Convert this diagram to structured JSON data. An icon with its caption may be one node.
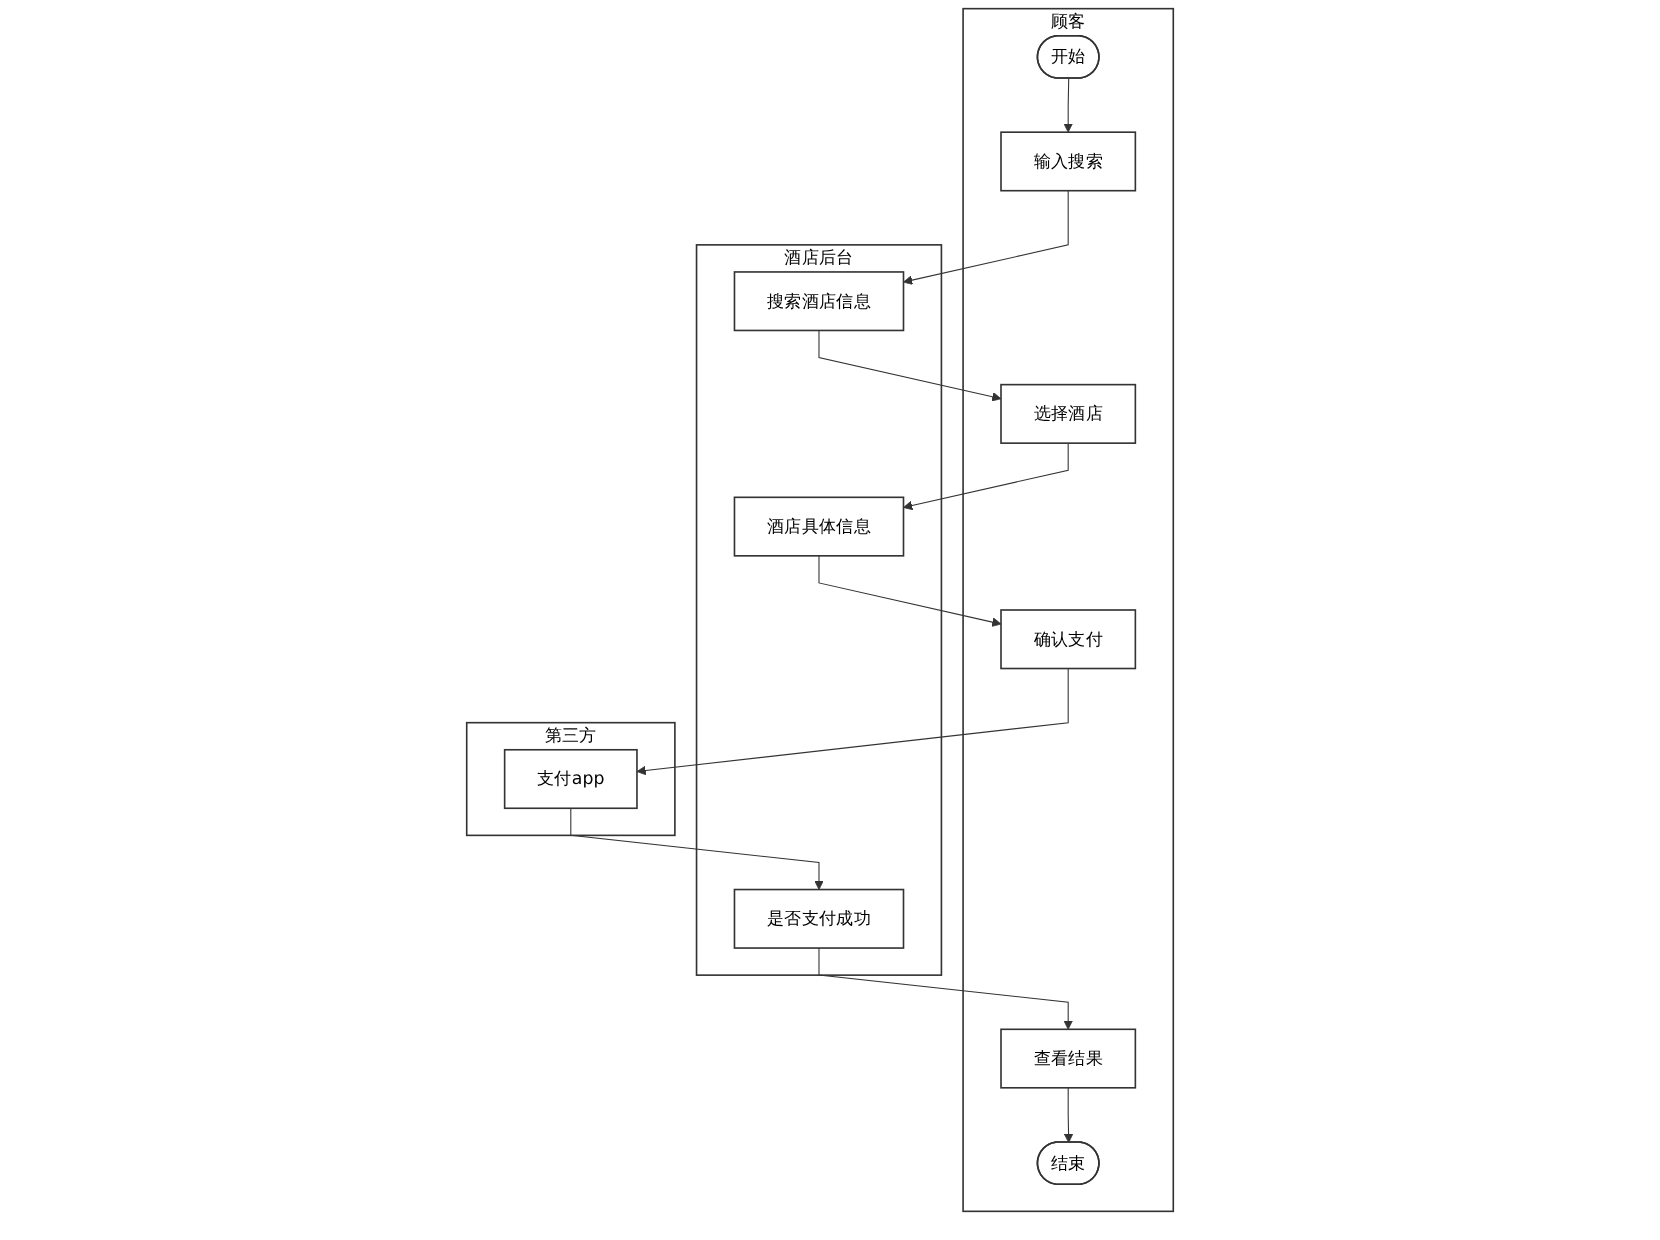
{
  "diagram": {
    "nodes": [
      {
        "text": [
          "顾客"
        ]
      },
      {
        "text": [
          "酒店后台"
        ]
      },
      {
        "text": [
          "第三方"
        ]
      },
      {
        "text": [
          "开始"
        ],
        "in": 0
      },
      {
        "text": [
          "输入搜索"
        ],
        "in": 0
      },
      {
        "text": [
          "搜索酒店信息"
        ],
        "in": 1
      },
      {
        "text": [
          "选择酒店"
        ],
        "in": 0
      },
      {
        "text": [
          "酒店具体信息"
        ],
        "in": 1
      },
      {
        "text": [
          "确认支付"
        ],
        "in": 0
      },
      {
        "text": [
          "支付app"
        ],
        "in": 2
      },
      {
        "text": [
          "是否支付成功"
        ],
        "in": 1
      },
      {
        "text": [
          "查看结果"
        ],
        "in": 0
      },
      {
        "text": [
          "结束"
        ],
        "in": 0
      }
    ],
    "edges": [
      {
        "from": 3,
        "to": 4,
        "arrow": "to"
      },
      {
        "from": 4,
        "to": 5,
        "arrow": "to"
      },
      {
        "from": 5,
        "to": 6,
        "arrow": "to"
      },
      {
        "from": 6,
        "to": 7,
        "arrow": "to"
      },
      {
        "from": 7,
        "to": 8,
        "arrow": "to"
      },
      {
        "from": 8,
        "to": 9,
        "arrow": "to"
      },
      {
        "from": 9,
        "to": 10,
        "arrow": "to"
      },
      {
        "from": 10,
        "to": 11,
        "arrow": "to"
      },
      {
        "from": 11,
        "to": 12,
        "arrow": "to"
      }
    ]
  }
}
